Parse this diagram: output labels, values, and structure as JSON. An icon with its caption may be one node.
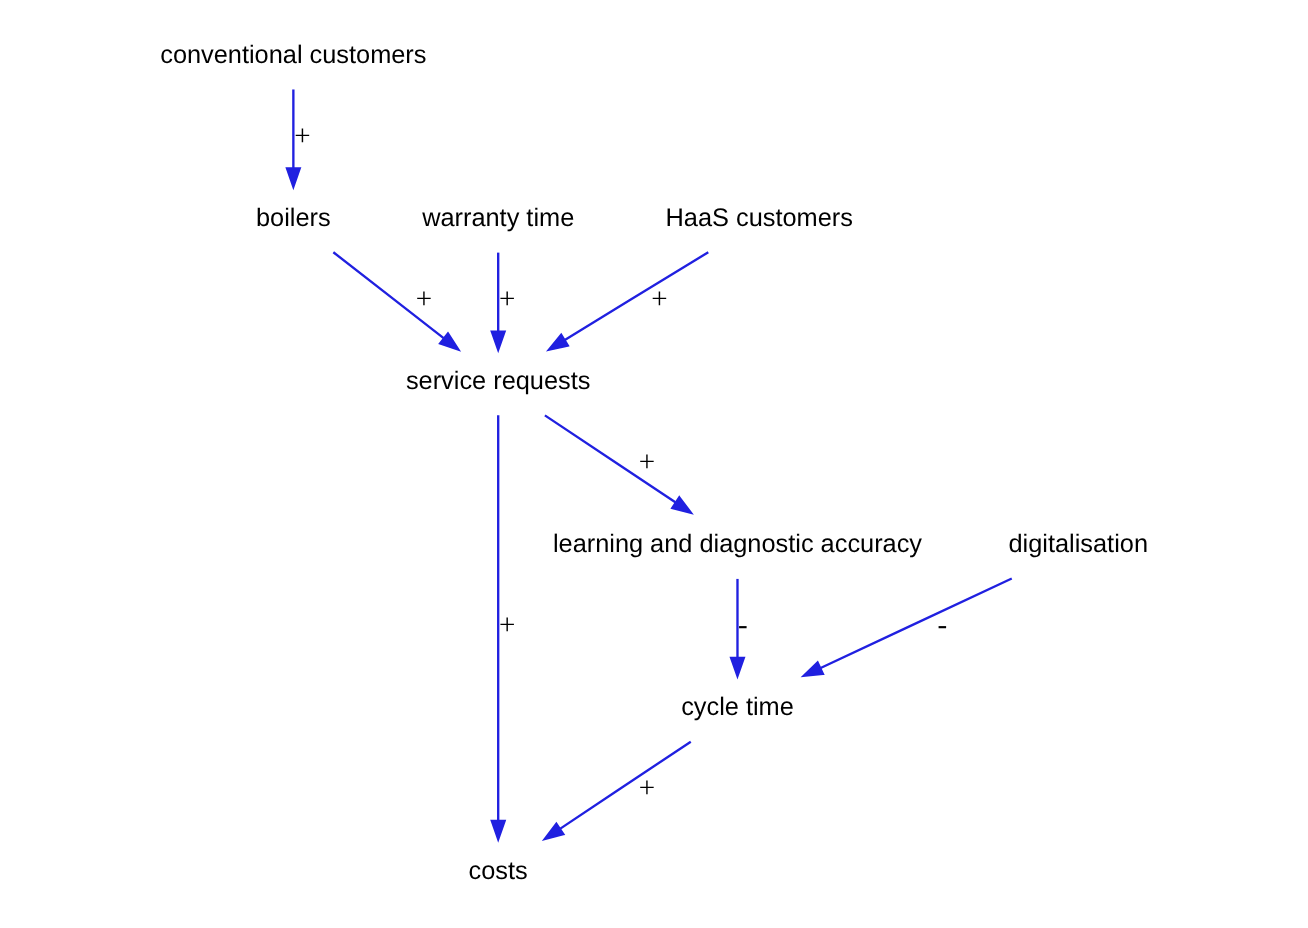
{
  "diagram": {
    "nodes": [
      {
        "text": [
          "conventional customers"
        ]
      },
      {
        "text": [
          "warranty time"
        ]
      },
      {
        "text": [
          "HaaS customers"
        ]
      },
      {
        "text": [
          "boilers"
        ]
      },
      {
        "text": [
          "service requests"
        ]
      },
      {
        "text": [
          "costs"
        ]
      },
      {
        "text": [
          "learning and diagnostic accuracy"
        ]
      },
      {
        "text": [
          "cycle time"
        ]
      },
      {
        "text": [
          "digitalisation"
        ]
      }
    ],
    "edges": [
      {
        "from": 0,
        "to": 3,
        "arrow": "to",
        "label": "+"
      },
      {
        "from": 3,
        "to": 4,
        "arrow": "to",
        "label": "+"
      },
      {
        "from": 1,
        "to": 4,
        "arrow": "to",
        "label": "+"
      },
      {
        "from": 2,
        "to": 4,
        "arrow": "to",
        "label": "+"
      },
      {
        "from": 4,
        "to": 5,
        "arrow": "to",
        "label": "+"
      },
      {
        "from": 4,
        "to": 6,
        "arrow": "to",
        "label": "+"
      },
      {
        "from": 6,
        "to": 7,
        "arrow": "to",
        "label": "-"
      },
      {
        "from": 7,
        "to": 5,
        "arrow": "to",
        "label": "+"
      },
      {
        "from": 8,
        "to": 7,
        "arrow": "to",
        "label": "-"
      }
    ]
  }
}
